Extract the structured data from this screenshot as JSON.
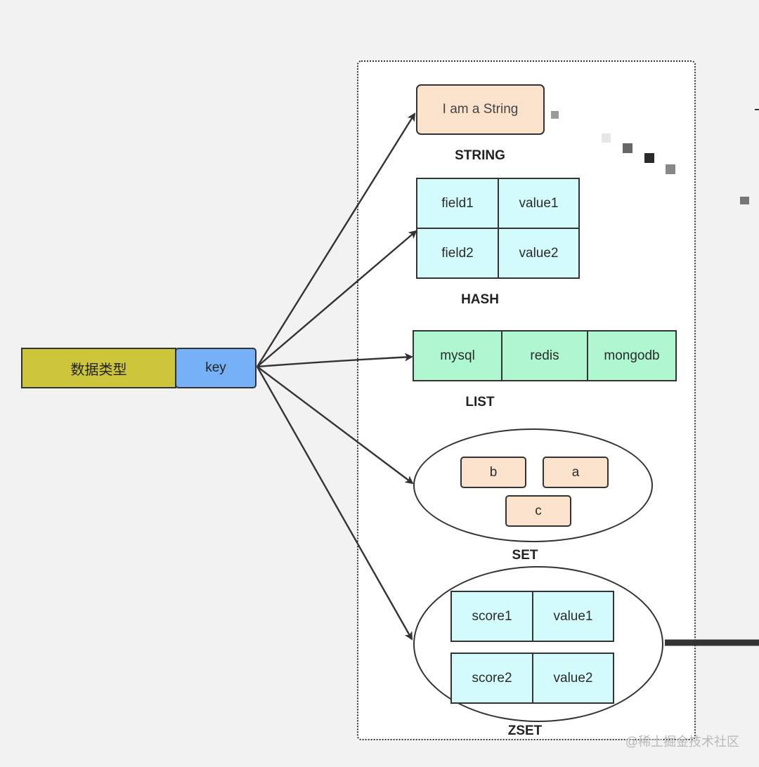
{
  "key_bar": {
    "type_label": "数据类型",
    "key_label": "key"
  },
  "string": {
    "value": "I am a String",
    "label": "STRING"
  },
  "hash": {
    "rows": [
      {
        "field": "field1",
        "value": "value1"
      },
      {
        "field": "field2",
        "value": "value2"
      }
    ],
    "label": "HASH"
  },
  "list": {
    "items": [
      "mysql",
      "redis",
      "mongodb"
    ],
    "label": "LIST"
  },
  "set": {
    "items": [
      "b",
      "a",
      "c"
    ],
    "label": "SET"
  },
  "zset": {
    "rows": [
      {
        "score": "score1",
        "value": "value1"
      },
      {
        "score": "score2",
        "value": "value2"
      }
    ],
    "label": "ZSET"
  },
  "watermark": "@稀土掘金技术社区",
  "colors": {
    "background": "#f2f2f2",
    "type_box": "#cdc63c",
    "key_box": "#76b1f7",
    "string_box": "#fbe2cc",
    "hash_cells": "#d3fbfb",
    "list_cells": "#aef7d0",
    "set_items": "#fbe2cc",
    "zset_cells": "#d3fbfb"
  }
}
